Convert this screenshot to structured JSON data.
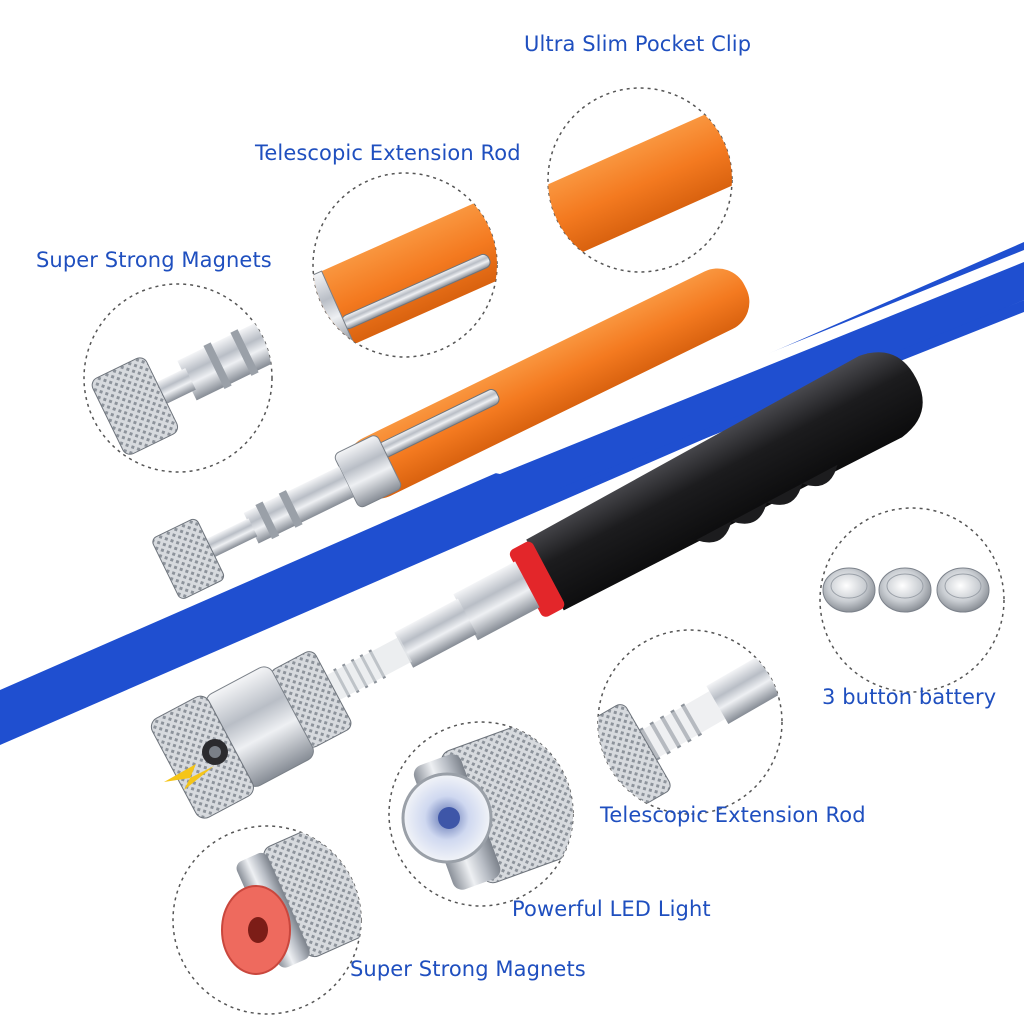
{
  "labels": {
    "pocket_clip": "Ultra Slim Pocket Clip",
    "extension_rod_top": "Telescopic Extension Rod",
    "magnets_top": "Super Strong Magnets",
    "battery": "3 button battery",
    "extension_rod_bottom": "Telescopic Extension Rod",
    "led_light": "Powerful LED Light",
    "magnets_bottom": "Super Strong Magnets"
  },
  "colors": {
    "label_text": "#1f4fbf",
    "stripe_blue": "#1f4fd0",
    "orange_body": "#f47a20",
    "black_handle": "#1c1c1e",
    "red_ring": "#e3262a",
    "steel": "#c8ccd2",
    "red_magnet_face": "#ee6a5e",
    "bolt_yellow": "#f5c518"
  },
  "icons": [
    "lightning-bolt-icon",
    "lightning-bolt-icon"
  ]
}
